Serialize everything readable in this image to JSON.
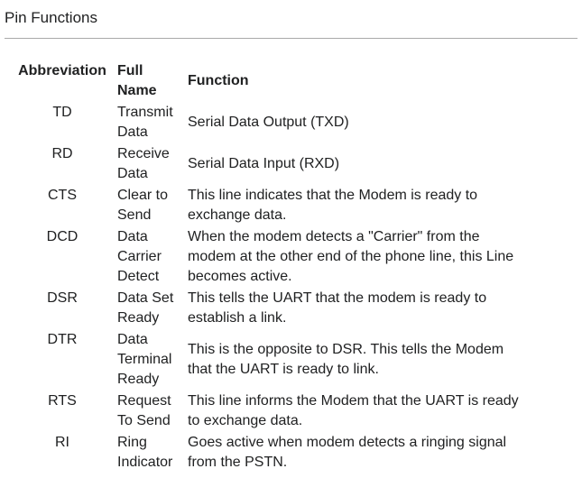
{
  "page": {
    "title": "Pin Functions"
  },
  "table": {
    "headers": {
      "abbr": "Abbreviation",
      "full_name": "Full Name",
      "function": "Function"
    },
    "rows": [
      {
        "abbr": "TD",
        "full_name": "Transmit Data",
        "function": "Serial Data Output (TXD)"
      },
      {
        "abbr": "RD",
        "full_name": "Receive Data",
        "function": "Serial Data Input (RXD)"
      },
      {
        "abbr": "CTS",
        "full_name": "Clear to Send",
        "function": "This line indicates that the Modem is ready to exchange data."
      },
      {
        "abbr": "DCD",
        "full_name": "Data Carrier Detect",
        "function": "When the modem detects a \"Carrier\" from the modem at the other end of the phone line, this Line becomes active."
      },
      {
        "abbr": "DSR",
        "full_name": "Data Set Ready",
        "function": "This tells the UART that the modem is ready to establish a link."
      },
      {
        "abbr": "DTR",
        "full_name": "Data Terminal Ready",
        "function": "This is the opposite to DSR. This tells the Modem that the UART is ready to link."
      },
      {
        "abbr": "RTS",
        "full_name": "Request To Send",
        "function": "This line informs the Modem that the UART is ready to exchange data."
      },
      {
        "abbr": "RI",
        "full_name": "Ring Indicator",
        "function": "Goes active when modem detects a ringing signal from the PSTN."
      }
    ]
  },
  "colors": {
    "text": "#202122",
    "divider": "#a9a9a9",
    "background": "#ffffff"
  }
}
